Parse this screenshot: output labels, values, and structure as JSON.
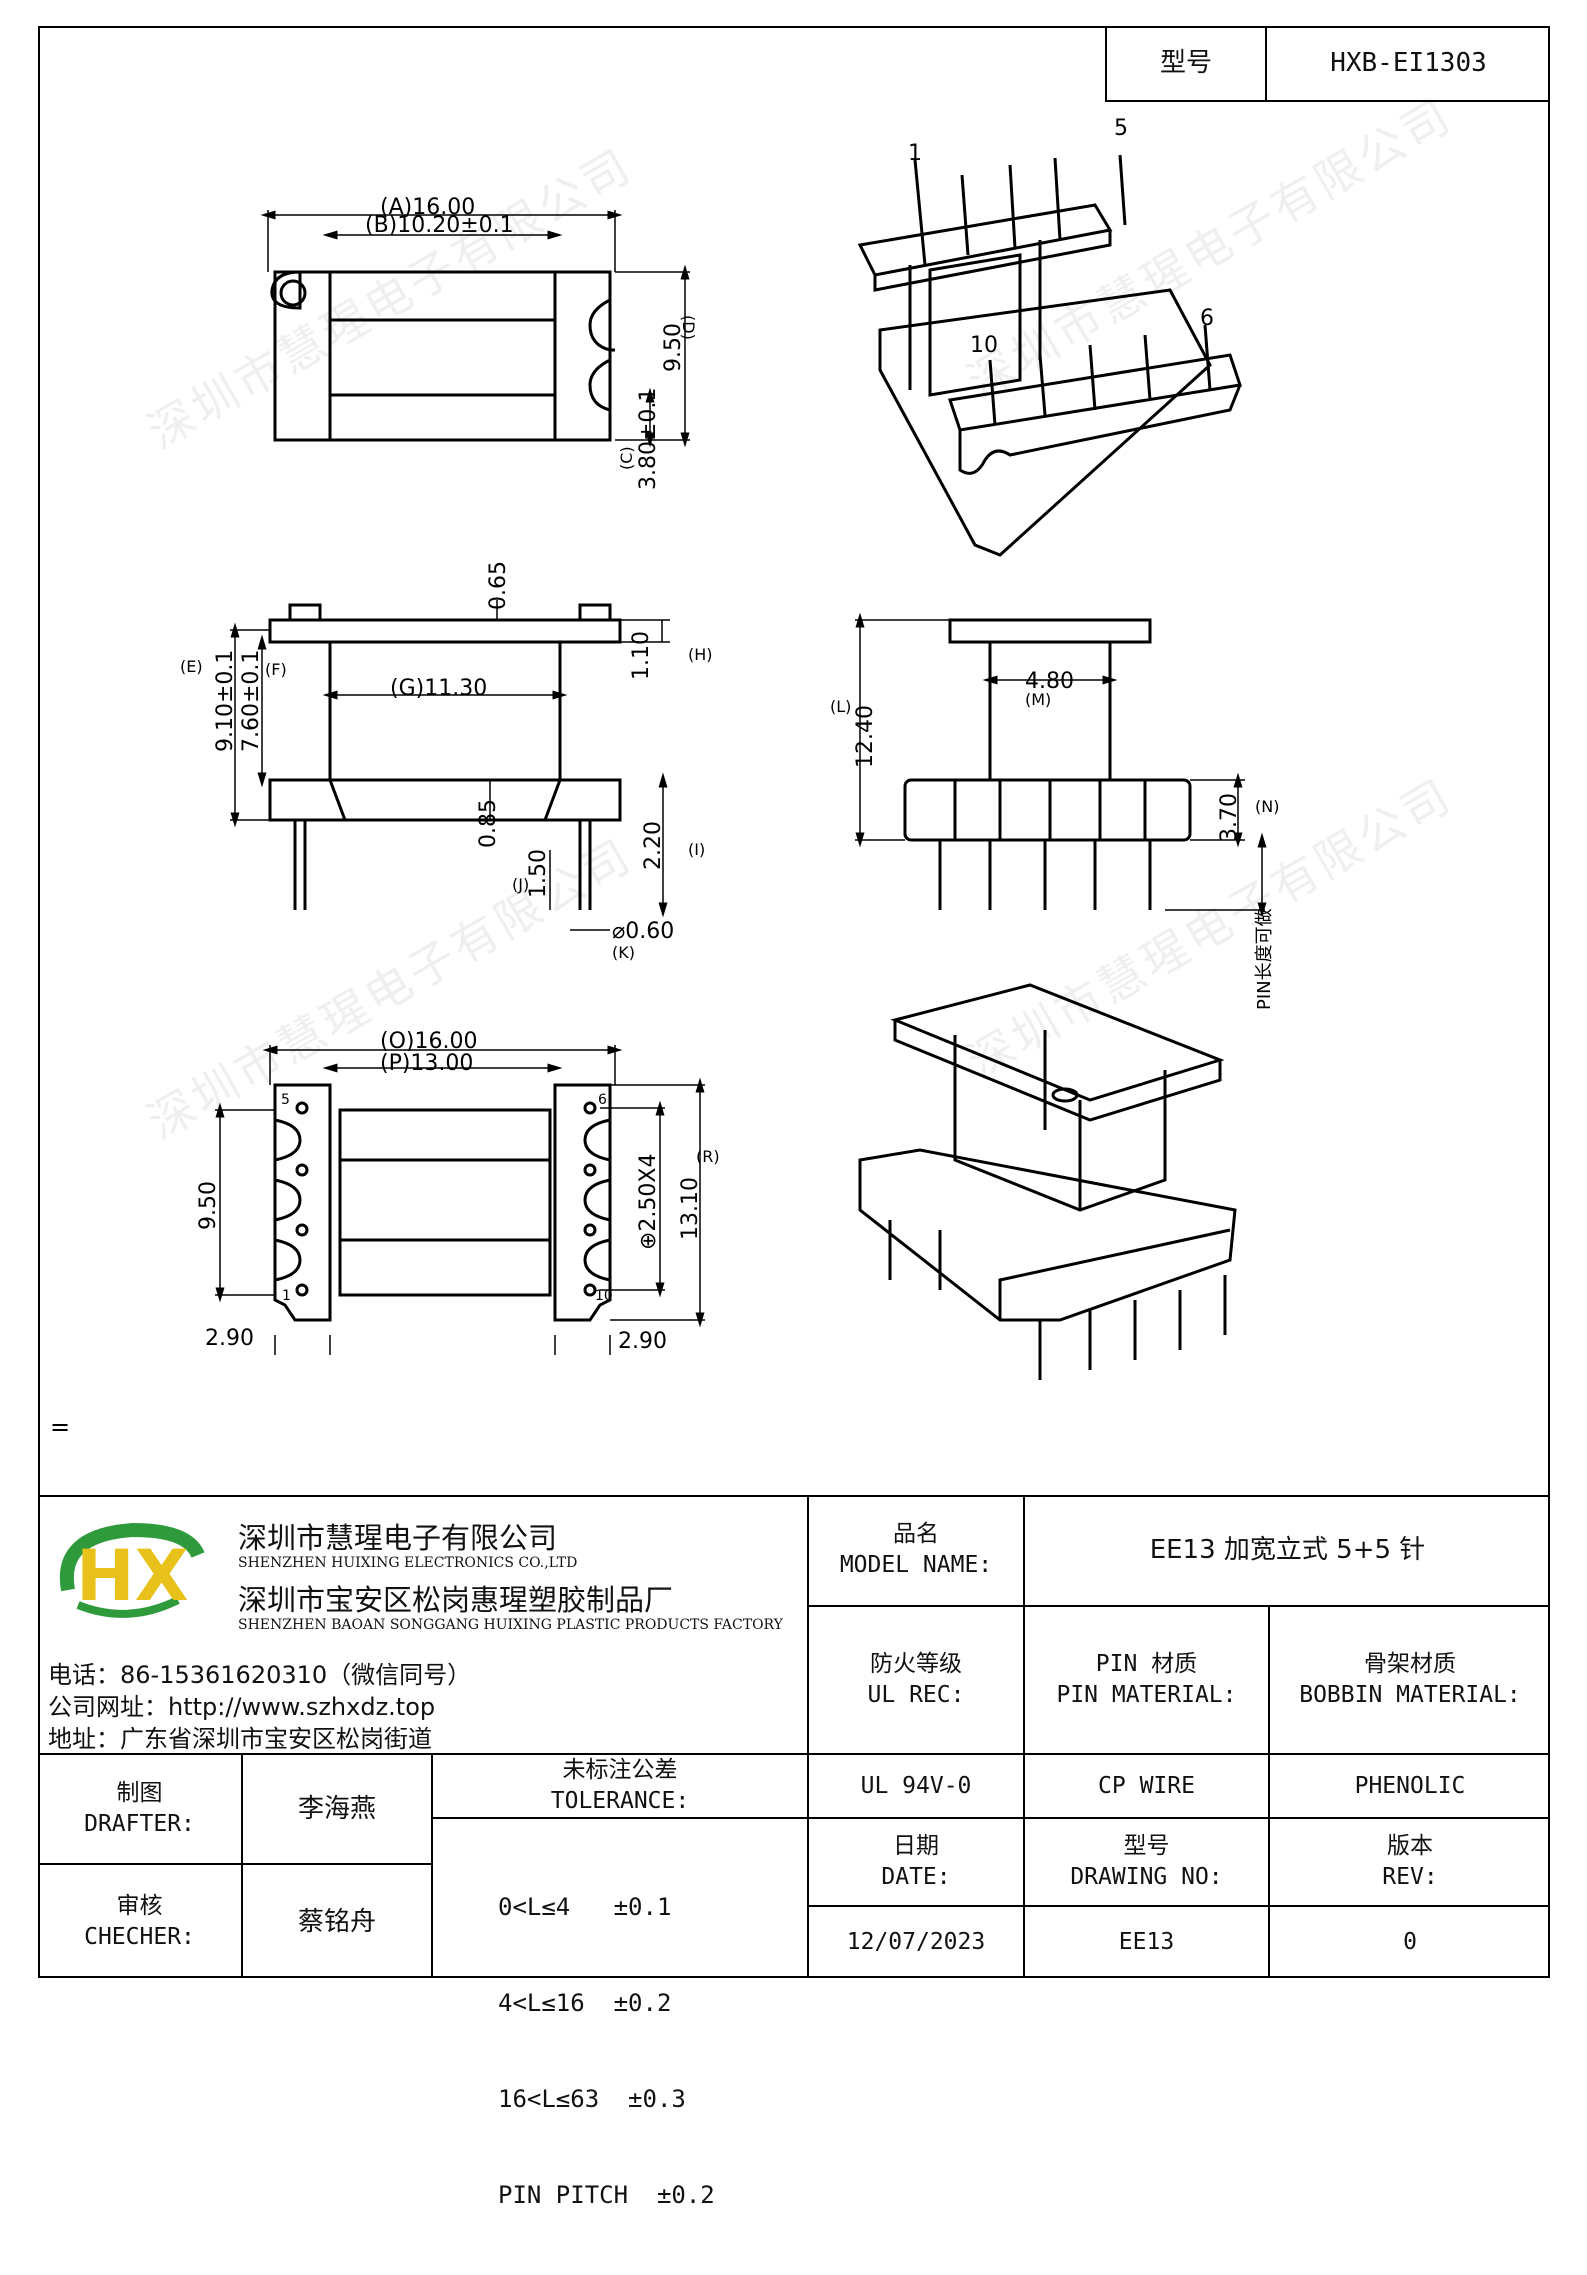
{
  "header": {
    "model_label": "型号",
    "model_value": "HXB-EI1303"
  },
  "watermark": "深圳市慧瑆电子有限公司",
  "drawing": {
    "top_view": {
      "dim_a": "(A)16.00",
      "dim_b": "(B)10.20±0.1",
      "dim_d": "9.50",
      "dim_d_tag": "(D)",
      "dim_c": "3.80±0.1",
      "dim_c_tag": "(C)"
    },
    "front_view": {
      "dim_h": "0.65",
      "dim_h2": "1.10",
      "dim_h2_tag": "(H)",
      "dim_e": "9.10±0.1",
      "dim_e_tag": "(E)",
      "dim_f": "7.60±0.1",
      "dim_f_tag": "(F)",
      "dim_g": "(G)11.30",
      "dim_085": "0.85",
      "dim_i": "2.20",
      "dim_i_tag": "(I)",
      "dim_j": "1.50",
      "dim_j_tag": "(J)",
      "dim_k": "⌀0.60",
      "dim_k_tag": "(K)"
    },
    "side_view": {
      "dim_l": "12.40",
      "dim_l_tag": "(L)",
      "dim_m": "4.80",
      "dim_m_tag": "(M)",
      "dim_n": "3.70",
      "dim_n_tag": "(N)",
      "pin_label": "PIN长度可做"
    },
    "bottom_view": {
      "dim_o": "(O)16.00",
      "dim_p": "(P)13.00",
      "dim_950": "9.50",
      "dim_pitch": "⊕2.50X4",
      "dim_r": "13.10",
      "dim_r_tag": "(R)",
      "dim_left": "2.90",
      "dim_right": "2.90",
      "pin_5": "5",
      "pin_6": "6",
      "pin_10": "10",
      "pin_1": "1"
    },
    "iso_top": {
      "pin_1": "1",
      "pin_5": "5",
      "pin_10": "10",
      "pin_6": "6"
    },
    "note_mark": "="
  },
  "company": {
    "name_cn": "深圳市慧瑆电子有限公司",
    "name_en": "SHENZHEN HUIXING ELECTRONICS CO.,LTD",
    "factory_cn": "深圳市宝安区松岗惠瑆塑胶制品厂",
    "factory_en": "SHENZHEN BAOAN SONGGANG HUIXING PLASTIC PRODUCTS FACTORY",
    "phone": "电话：86-15361620310（微信同号）",
    "website": "公司网址：http://www.szhxdz.top",
    "address": "地址：广东省深圳市宝安区松岗街道",
    "logo_text": "HX",
    "colors": {
      "logo_green": "#2f9a3c",
      "logo_yellow": "#e8c21a"
    }
  },
  "title_block": {
    "model_name_cn": "品名",
    "model_name_en": "MODEL NAME:",
    "model_name_value": "EE13 加宽立式 5+5 针",
    "ul_cn": "防火等级",
    "ul_en": "UL REC:",
    "pin_mat_cn": "PIN 材质",
    "pin_mat_en": "PIN MATERIAL:",
    "bobbin_cn": "骨架材质",
    "bobbin_en": "BOBBIN MATERIAL:",
    "ul_value": "UL 94V-0",
    "pin_value": "CP WIRE",
    "bobbin_value": "PHENOLIC",
    "drafter_cn": "制图",
    "drafter_en": "DRAFTER:",
    "drafter_name": "李海燕",
    "checker_cn": "审核",
    "checker_en": "CHECHER:",
    "checker_name": "蔡铭舟",
    "tolerance_cn": "未标注公差",
    "tolerance_en": "TOLERANCE:",
    "tol_1": "0<L≤4   ±0.1",
    "tol_2": "4<L≤16  ±0.2",
    "tol_3": "16<L≤63  ±0.3",
    "tol_4": "PIN PITCH  ±0.2",
    "date_cn": "日期",
    "date_en": "DATE:",
    "date_value": "12/07/2023",
    "drawing_no_cn": "型号",
    "drawing_no_en": "DRAWING NO:",
    "drawing_no_value": "EE13",
    "rev_cn": "版本",
    "rev_en": "REV:",
    "rev_value": "0"
  }
}
